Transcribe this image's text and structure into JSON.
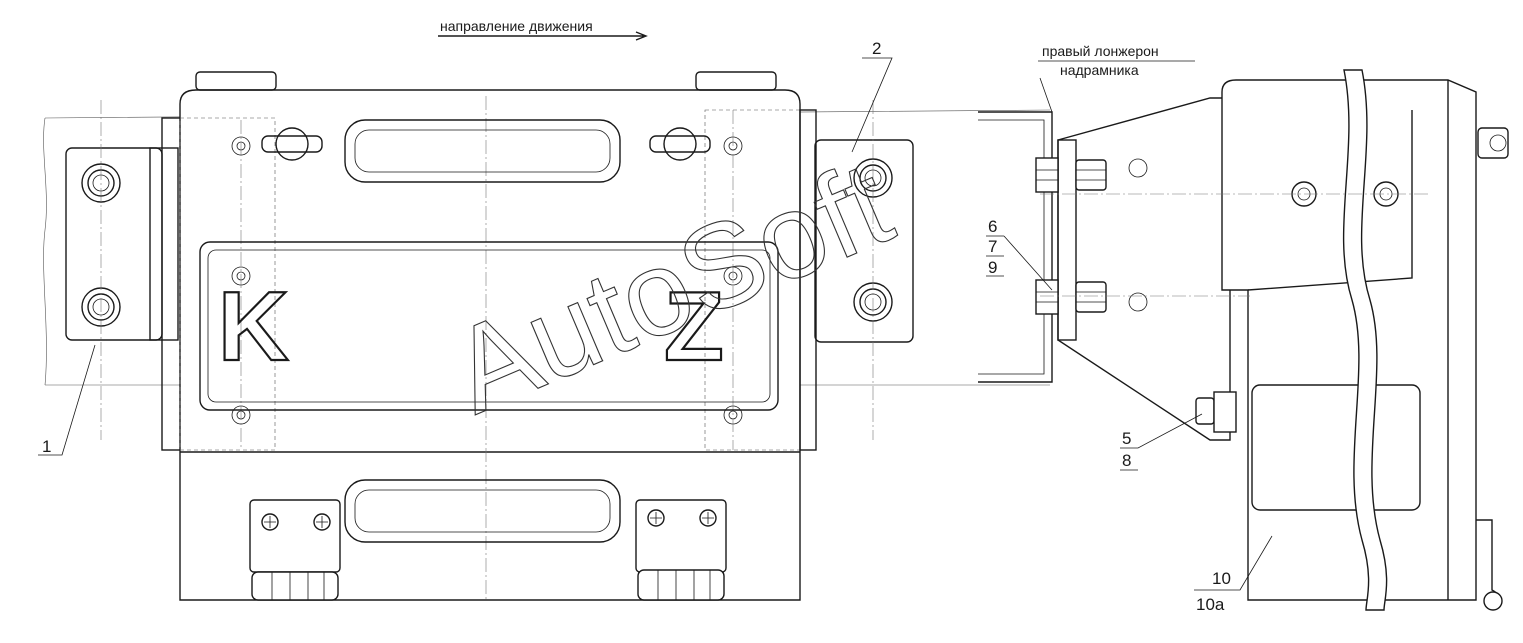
{
  "direction_label": "направление движения",
  "frame_label": {
    "line1": "правый лонжерон",
    "line2": "надрамника"
  },
  "callouts": {
    "c1": "1",
    "c2": "2",
    "c5": "5",
    "c6": "6",
    "c7": "7",
    "c8": "8",
    "c9": "9",
    "c10": "10",
    "c10a": "10а"
  },
  "logo_letters": {
    "left": "K",
    "right": "Z"
  },
  "watermark": "AutoSoft"
}
